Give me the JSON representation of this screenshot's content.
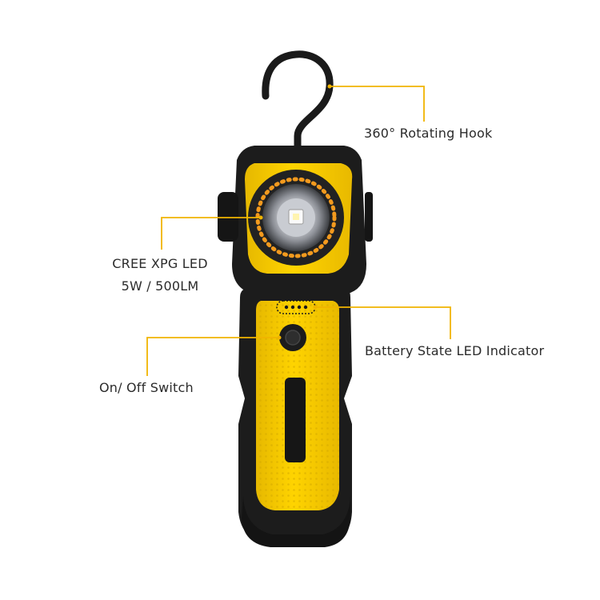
{
  "callouts": {
    "hook": {
      "text": "360° Rotating Hook"
    },
    "led": {
      "line1": "CREE XPG LED",
      "line2": "5W / 500LM"
    },
    "battery": {
      "text": "Battery State LED Indicator"
    },
    "switch": {
      "text": "On/ Off Switch"
    }
  },
  "colors": {
    "accent": "#f5c400",
    "body_black": "#1c1c1c",
    "callout_line": "#f0b400",
    "text": "#2b2b2b"
  }
}
